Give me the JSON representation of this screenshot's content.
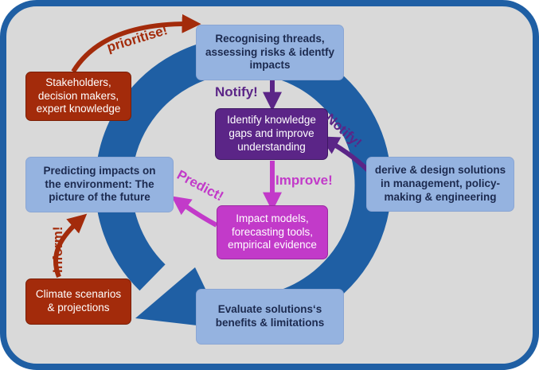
{
  "colors": {
    "frame": "#1f5fa4",
    "panel": "#d9d9d9",
    "ring": "#1f5fa4",
    "light_box": "#95b3e0",
    "red": "#a32b0b",
    "purple": "#5b2587",
    "magenta": "#c23ac9"
  },
  "boxes": {
    "recognising": "Recognising threads, assessing risks & identfy impacts",
    "stakeholders": "Stakeholders, decision makers, expert knowledge",
    "identify_gaps": "Identify knowledge gaps and improve understanding",
    "predicting": "Predicting impacts on the environment: The picture of the future",
    "derive": "derive & design solutions in management, policy-making & engineering",
    "impact_models": "Impact models, forecasting tools, empirical evidence",
    "climate": "Climate scenarios & projections",
    "evaluate": "Evaluate solutions‘s benefits & limitations"
  },
  "labels": {
    "prioritise": "prioritise!",
    "notify_top": "Notify!",
    "notify_right": "Notify!",
    "improve": "Improve!",
    "predict": "Predict!",
    "inform": "Inform!"
  }
}
